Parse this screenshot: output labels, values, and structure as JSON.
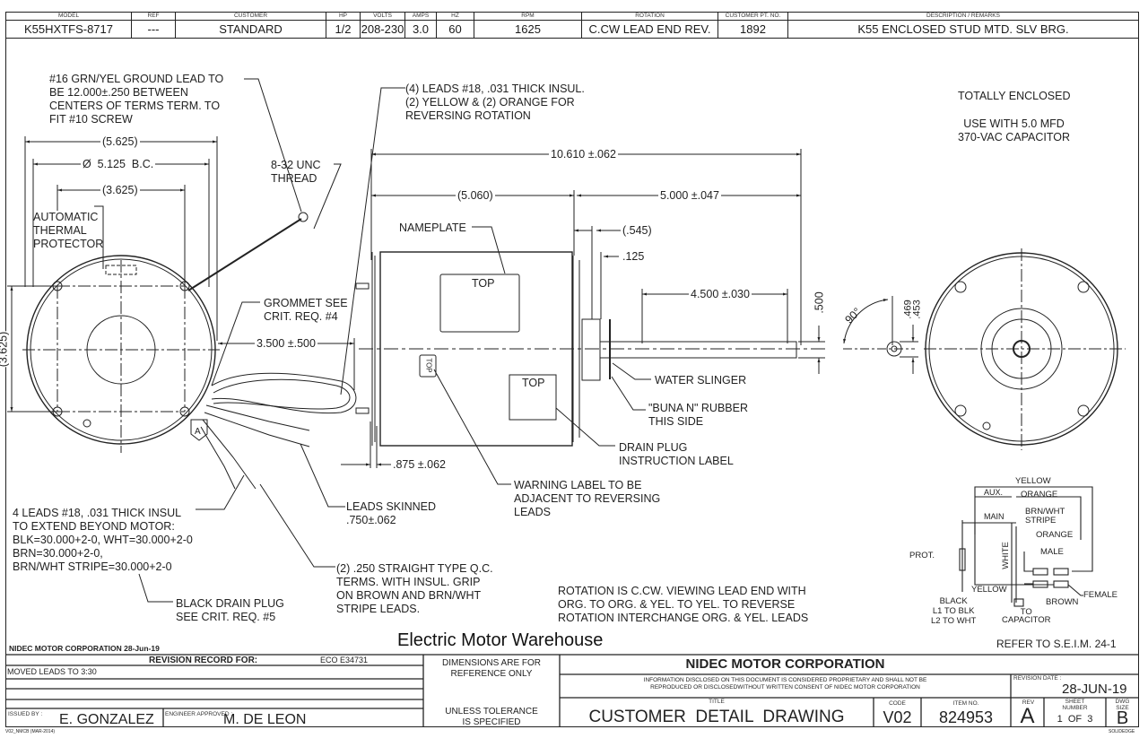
{
  "header": {
    "columns": [
      {
        "label": "MODEL",
        "value": "K55HXTFS-8717"
      },
      {
        "label": "REF",
        "value": "---"
      },
      {
        "label": "CUSTOMER",
        "value": "STANDARD"
      },
      {
        "label": "HP",
        "value": "1/2"
      },
      {
        "label": "VOLTS",
        "value": "208-230"
      },
      {
        "label": "AMPS",
        "value": "3.0"
      },
      {
        "label": "HZ",
        "value": "60"
      },
      {
        "label": "RPM",
        "value": "1625"
      },
      {
        "label": "ROTATION",
        "value": "C.CW LEAD END REV."
      },
      {
        "label": "CUSTOMER PT. NO.",
        "value": "1892"
      },
      {
        "label": "DESCRIPTION / REMARKS",
        "value": "K55 ENCLOSED STUD MTD. SLV BRG."
      }
    ]
  },
  "notes": {
    "ground_lead": "#16 GRN/YEL GROUND LEAD TO\nBE 12.000±.250 BETWEEN\nCENTERS OF TERMS TERM. TO\nFIT #10 SCREW",
    "leads_reversing": "(4) LEADS #18, .031 THICK INSUL.\n(2) YELLOW & (2) ORANGE FOR\nREVERSING ROTATION",
    "totally_enclosed": "TOTALLY ENCLOSED",
    "capacitor": "USE WITH 5.0 MFD\n370-VAC CAPACITOR",
    "thread": "8-32 UNC\nTHREAD",
    "thermal_protector": "AUTOMATIC\nTHERMAL\nPROTECTOR",
    "nameplate": "NAMEPLATE",
    "grommet": "GROMMET SEE\nCRIT. REQ. #4",
    "water_slinger": "WATER SLINGER",
    "buna_rubber": "\"BUNA N\" RUBBER\nTHIS SIDE",
    "drain_plug_label": "DRAIN PLUG\nINSTRUCTION LABEL",
    "warning_label": "WARNING LABEL TO BE\nADJACENT TO REVERSING\nLEADS",
    "leads_skinned": "LEADS SKINNED\n.750±.062",
    "four_leads": "4 LEADS #18, .031 THICK INSUL\nTO EXTEND BEYOND MOTOR:\nBLK=30.000+2-0, WHT=30.000+2-0\nBRN=30.000+2-0,\nBRN/WHT STRIPE=30.000+2-0",
    "qc_terms": "(2) .250 STRAIGHT TYPE Q.C.\nTERMS. WITH INSUL. GRIP\nON BROWN AND BRN/WHT\nSTRIPE LEADS.",
    "black_drain_plug": "BLACK DRAIN PLUG\nSEE CRIT. REQ. #5",
    "rotation": "ROTATION IS C.CW. VIEWING LEAD END WITH\nORG. TO ORG. & YEL. TO YEL. TO REVERSE\nROTATION INTERCHANGE ORG. & YEL. LEADS",
    "top_label": "TOP",
    "rev_badge": "A"
  },
  "dimensions": {
    "d5625": "(5.625)",
    "bc": "Ø  5.125  B.C.",
    "d3625": "(3.625)",
    "d3625v": "(3.625)",
    "overall": "10.610 ±.062",
    "body": "(5.060)",
    "shaft_ext": "5.000 ±.047",
    "d545": "(.545)",
    "d125": ".125",
    "flat": "4.500 ±.030",
    "d500": ".500",
    "shaft_dia": ".469\n.453",
    "angle": "90°",
    "lead_len": "3.500 ±.500",
    "stud": ".875 ±.062"
  },
  "wiring": {
    "yellow": "YELLOW",
    "aux": "AUX.",
    "orange": "ORANGE",
    "main": "MAIN",
    "brn_wht": "BRN/WHT\nSTRIPE",
    "orange2": "ORANGE",
    "male": "MALE",
    "prot": "PROT.",
    "white": "WHITE",
    "yellow2": "YELLOW",
    "female": "FEMALE",
    "brown": "BROWN",
    "black": "BLACK\nL1 TO BLK\nL2 TO WHT",
    "to_cap": "TO\nCAPACITOR"
  },
  "footer": {
    "company_date": "NIDEC MOTOR CORPORATION 28-Jun-19",
    "watermark": "Electric Motor Warehouse",
    "refer": "REFER TO S.E.I.M. 24-1",
    "revision_record": "REVISION RECORD FOR:",
    "eco": "ECO E34731",
    "revision_note": "MOVED LEADS TO 3:30",
    "issued_by_label": "ISSUED BY :",
    "issued_by": "E. GONZALEZ",
    "engineer_label": "ENGINEER APPROVED :",
    "engineer": "M. DE LEON",
    "dims_ref": "DIMENSIONS ARE FOR\nREFERENCE ONLY",
    "tolerance": "UNLESS TOLERANCE\nIS SPECIFIED",
    "company": "NIDEC MOTOR CORPORATION",
    "confidential": "INFORMATION DISCLOSED ON THIS DOCUMENT IS CONSIDERED PROPRIETARY AND SHALL NOT BE\nREPRODUCED OR DISCLOSEDWITHOUT WRITTEN CONSENT OF NIDEC MOTOR CORPORATION",
    "revision_date_label": "REVISION DATE :",
    "revision_date": "28-JUN-19",
    "title_label": "TITLE",
    "title": "CUSTOMER  DETAIL  DRAWING",
    "code_label": "CODE",
    "code": "V02",
    "item_label": "ITEM NO.",
    "item": "824953",
    "rev_label": "REV",
    "rev": "A",
    "sheet_label": "SHEET\nNUMBER",
    "sheet": "1  OF  3",
    "size_label": "DWG\nSIZE",
    "size": "B",
    "form_id": "V02_NMCB (MAR-2014)",
    "solidedge": "SOLIDEDGE"
  }
}
